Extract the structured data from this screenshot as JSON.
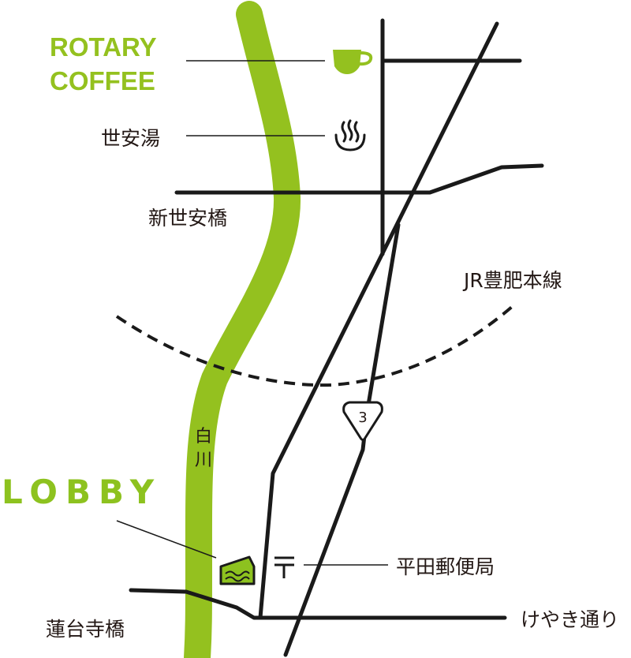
{
  "colors": {
    "river": "#94c11f",
    "accent": "#8dc21f",
    "road": "#1a1a1a",
    "text": "#231815",
    "background": "#ffffff"
  },
  "labels": {
    "rotary_line1": "ROTARY",
    "rotary_line2": "COFFEE",
    "sento": "世安湯",
    "bridge_shinseyasu": "新世安橋",
    "railway": "JR豊肥本線",
    "route_number": "3",
    "river_char1": "白",
    "river_char2": "川",
    "lobby": "LOBBY",
    "post_office": "平田郵便局",
    "bridge_rendaiji": "蓮台寺橋",
    "street_keyaki": "けやき通り"
  },
  "icons": {
    "coffee": "coffee-cup-icon",
    "onsen": "hot-spring-icon",
    "cake": "cake-slice-icon",
    "post": "post-office-mark-icon",
    "route": "route-shield-icon"
  }
}
